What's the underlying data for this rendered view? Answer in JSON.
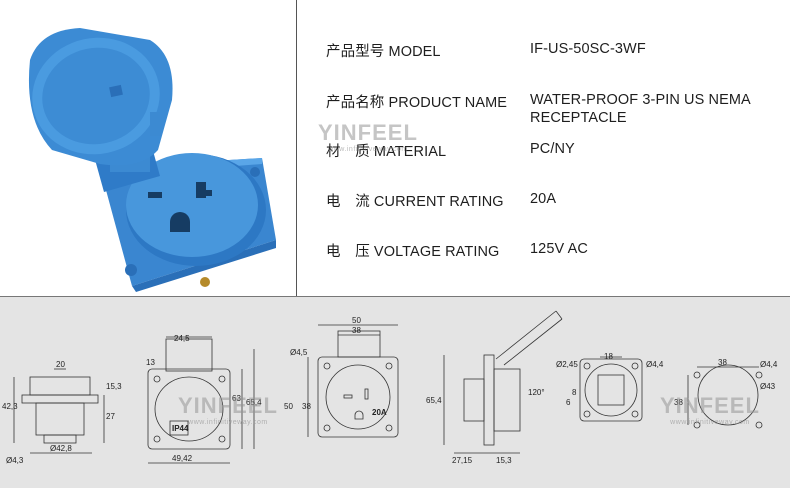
{
  "specs": [
    {
      "label": "产品型号 MODEL",
      "value": "IF-US-50SC-3WF"
    },
    {
      "label": "产品名称 PRODUCT NAME",
      "value": "WATER-PROOF 3-PIN US NEMA",
      "value2": "RECEPTACLE"
    },
    {
      "label": "材　质 MATERIAL",
      "value": "PC/NY"
    },
    {
      "label": "电　流 CURRENT RATING",
      "value": "20A"
    },
    {
      "label": "电　压 VOLTAGE RATING",
      "value": "125V AC"
    }
  ],
  "watermark": {
    "brand": "YINFEEL",
    "site": "www.infinitiveway.com"
  },
  "colors": {
    "product_blue": "#3f8fd6",
    "product_blue_dark": "#2a6fb8",
    "drawing_bg": "#e4e4e4"
  },
  "drawings": {
    "side": {
      "d1": "20",
      "d2": "15,3",
      "d3": "27",
      "d4": "42,3",
      "d5": "Ø42,8",
      "d6": "Ø4,3"
    },
    "front": {
      "d1": "24,5",
      "d2": "13",
      "d3": "63",
      "d4": "65,4",
      "d5": "49,42",
      "marking": "IP44"
    },
    "open": {
      "d1": "50",
      "d2": "38",
      "d3": "Ø4,5",
      "d4": "50",
      "d5": "38",
      "marking": "20A"
    },
    "profile": {
      "d1": "65,4",
      "d2": "27,15",
      "d3": "15,3"
    },
    "rear": {
      "d1": "Ø2,45",
      "d2": "18",
      "d3": "Ø4,4",
      "d4": "120°",
      "d5": "6",
      "d6": "8"
    },
    "cutout": {
      "d1": "38",
      "d2": "Ø4,4",
      "d3": "38",
      "d4": "Ø43"
    }
  }
}
